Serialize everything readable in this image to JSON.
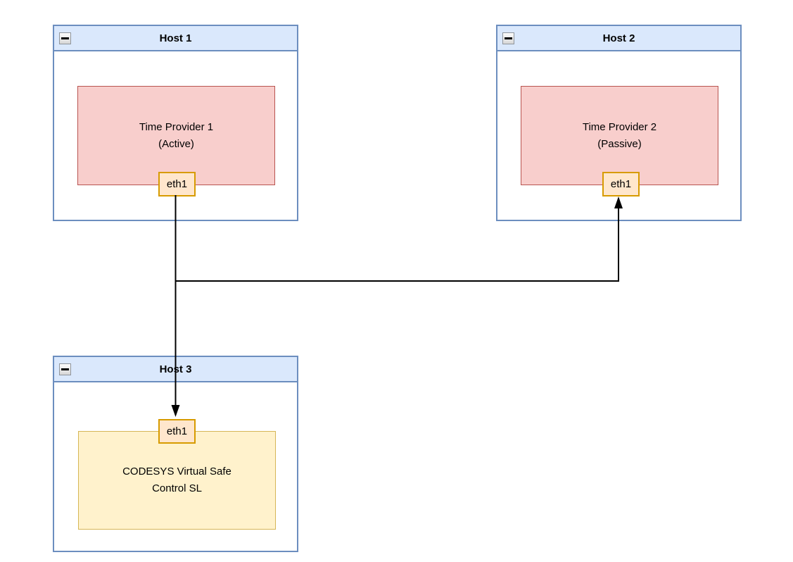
{
  "diagram": {
    "hosts": [
      {
        "title": "Host 1",
        "collapse_icon": "minus-icon",
        "node": {
          "lines": [
            "Time Provider 1",
            "(Active)"
          ],
          "color": "red"
        },
        "port": {
          "label": "eth1"
        }
      },
      {
        "title": "Host 2",
        "collapse_icon": "minus-icon",
        "node": {
          "lines": [
            "Time Provider 2",
            "(Passive)"
          ],
          "color": "red"
        },
        "port": {
          "label": "eth1"
        }
      },
      {
        "title": "Host 3",
        "collapse_icon": "minus-icon",
        "node": {
          "lines": [
            "CODESYS Virtual Safe",
            "Control SL"
          ],
          "color": "yellow"
        },
        "port": {
          "label": "eth1"
        }
      }
    ],
    "connections": [
      {
        "from": "Host 1 eth1",
        "to": "Host 2 eth1",
        "arrow_at": "Host 2 eth1",
        "style": "orthogonal"
      },
      {
        "from": "Host 1 eth1",
        "to": "Host 3 eth1",
        "arrow_at": "Host 3 eth1",
        "style": "orthogonal"
      }
    ],
    "colors": {
      "header_fill": "#dae8fc",
      "header_stroke": "#6c8ebf",
      "red_fill": "#f8cecc",
      "red_stroke": "#b85450",
      "yellow_fill": "#fff2cc",
      "yellow_stroke": "#d6b656",
      "port_fill": "#ffe6cc",
      "port_stroke": "#d79b00",
      "connector": "#000000"
    }
  }
}
